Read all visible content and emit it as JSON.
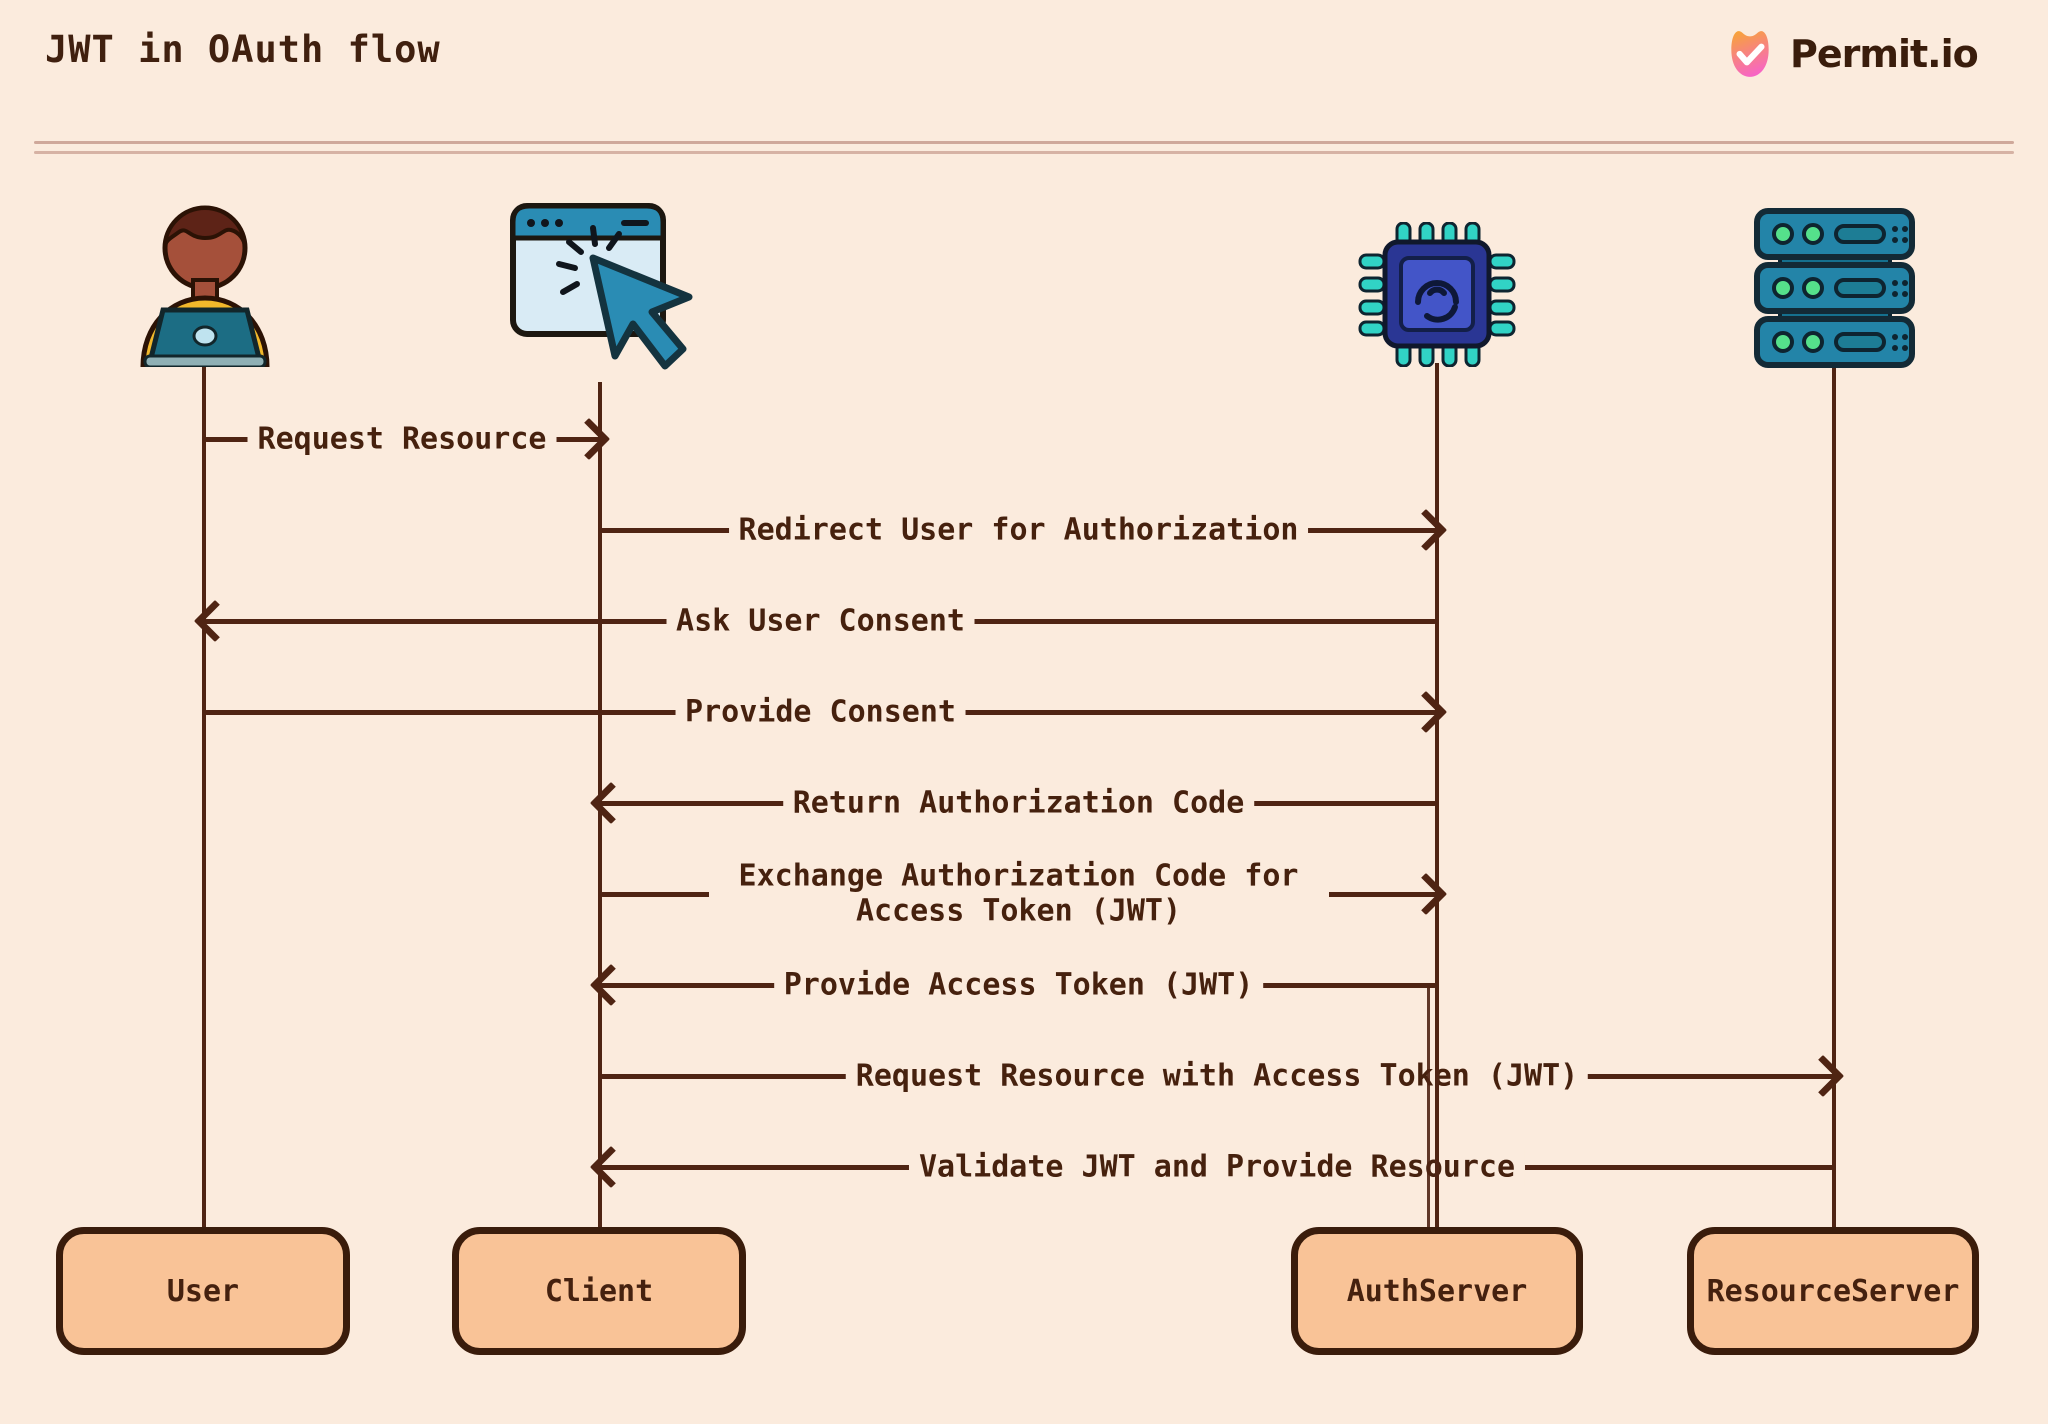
{
  "header": {
    "title": "JWT in OAuth flow"
  },
  "brand": {
    "name": "Permit.io",
    "logo_icon": "permit-fox-check-badge-icon",
    "logo_gradient_top": "#f7a33a",
    "logo_gradient_bottom": "#f764c6"
  },
  "diagram": {
    "type": "sequence-diagram",
    "style": "hand-drawn-sketch",
    "background_color": "#fbebdd",
    "line_color": "#4f2413",
    "text_color": "#46210e",
    "actor_box_fill": "#f9c397",
    "actor_box_border": "#3a1c0b"
  },
  "actors": [
    {
      "id": "user",
      "label": "User",
      "icon": "person-at-laptop-icon"
    },
    {
      "id": "client",
      "label": "Client",
      "icon": "browser-cursor-icon"
    },
    {
      "id": "auth_server",
      "label": "AuthServer",
      "icon": "chip-fingerprint-icon"
    },
    {
      "id": "resource_server",
      "label": "ResourceServer",
      "icon": "server-stack-icon"
    }
  ],
  "messages": [
    {
      "step": 1,
      "from": "User",
      "to": "Client",
      "direction": "right",
      "label": "Request Resource"
    },
    {
      "step": 2,
      "from": "Client",
      "to": "AuthServer",
      "direction": "right",
      "label": "Redirect User for Authorization"
    },
    {
      "step": 3,
      "from": "AuthServer",
      "to": "User",
      "direction": "left",
      "label": "Ask User Consent"
    },
    {
      "step": 4,
      "from": "User",
      "to": "AuthServer",
      "direction": "right",
      "label": "Provide Consent"
    },
    {
      "step": 5,
      "from": "AuthServer",
      "to": "Client",
      "direction": "left",
      "label": "Return Authorization Code"
    },
    {
      "step": 6,
      "from": "Client",
      "to": "AuthServer",
      "direction": "right",
      "label": "Exchange Authorization Code for Access Token (JWT)"
    },
    {
      "step": 7,
      "from": "AuthServer",
      "to": "Client",
      "direction": "left",
      "label": "Provide Access Token (JWT)"
    },
    {
      "step": 8,
      "from": "Client",
      "to": "ResourceServer",
      "direction": "right",
      "label": "Request Resource with Access Token (JWT)"
    },
    {
      "step": 9,
      "from": "ResourceServer",
      "to": "Client",
      "direction": "left",
      "label": "Validate JWT and Provide Resource"
    }
  ]
}
